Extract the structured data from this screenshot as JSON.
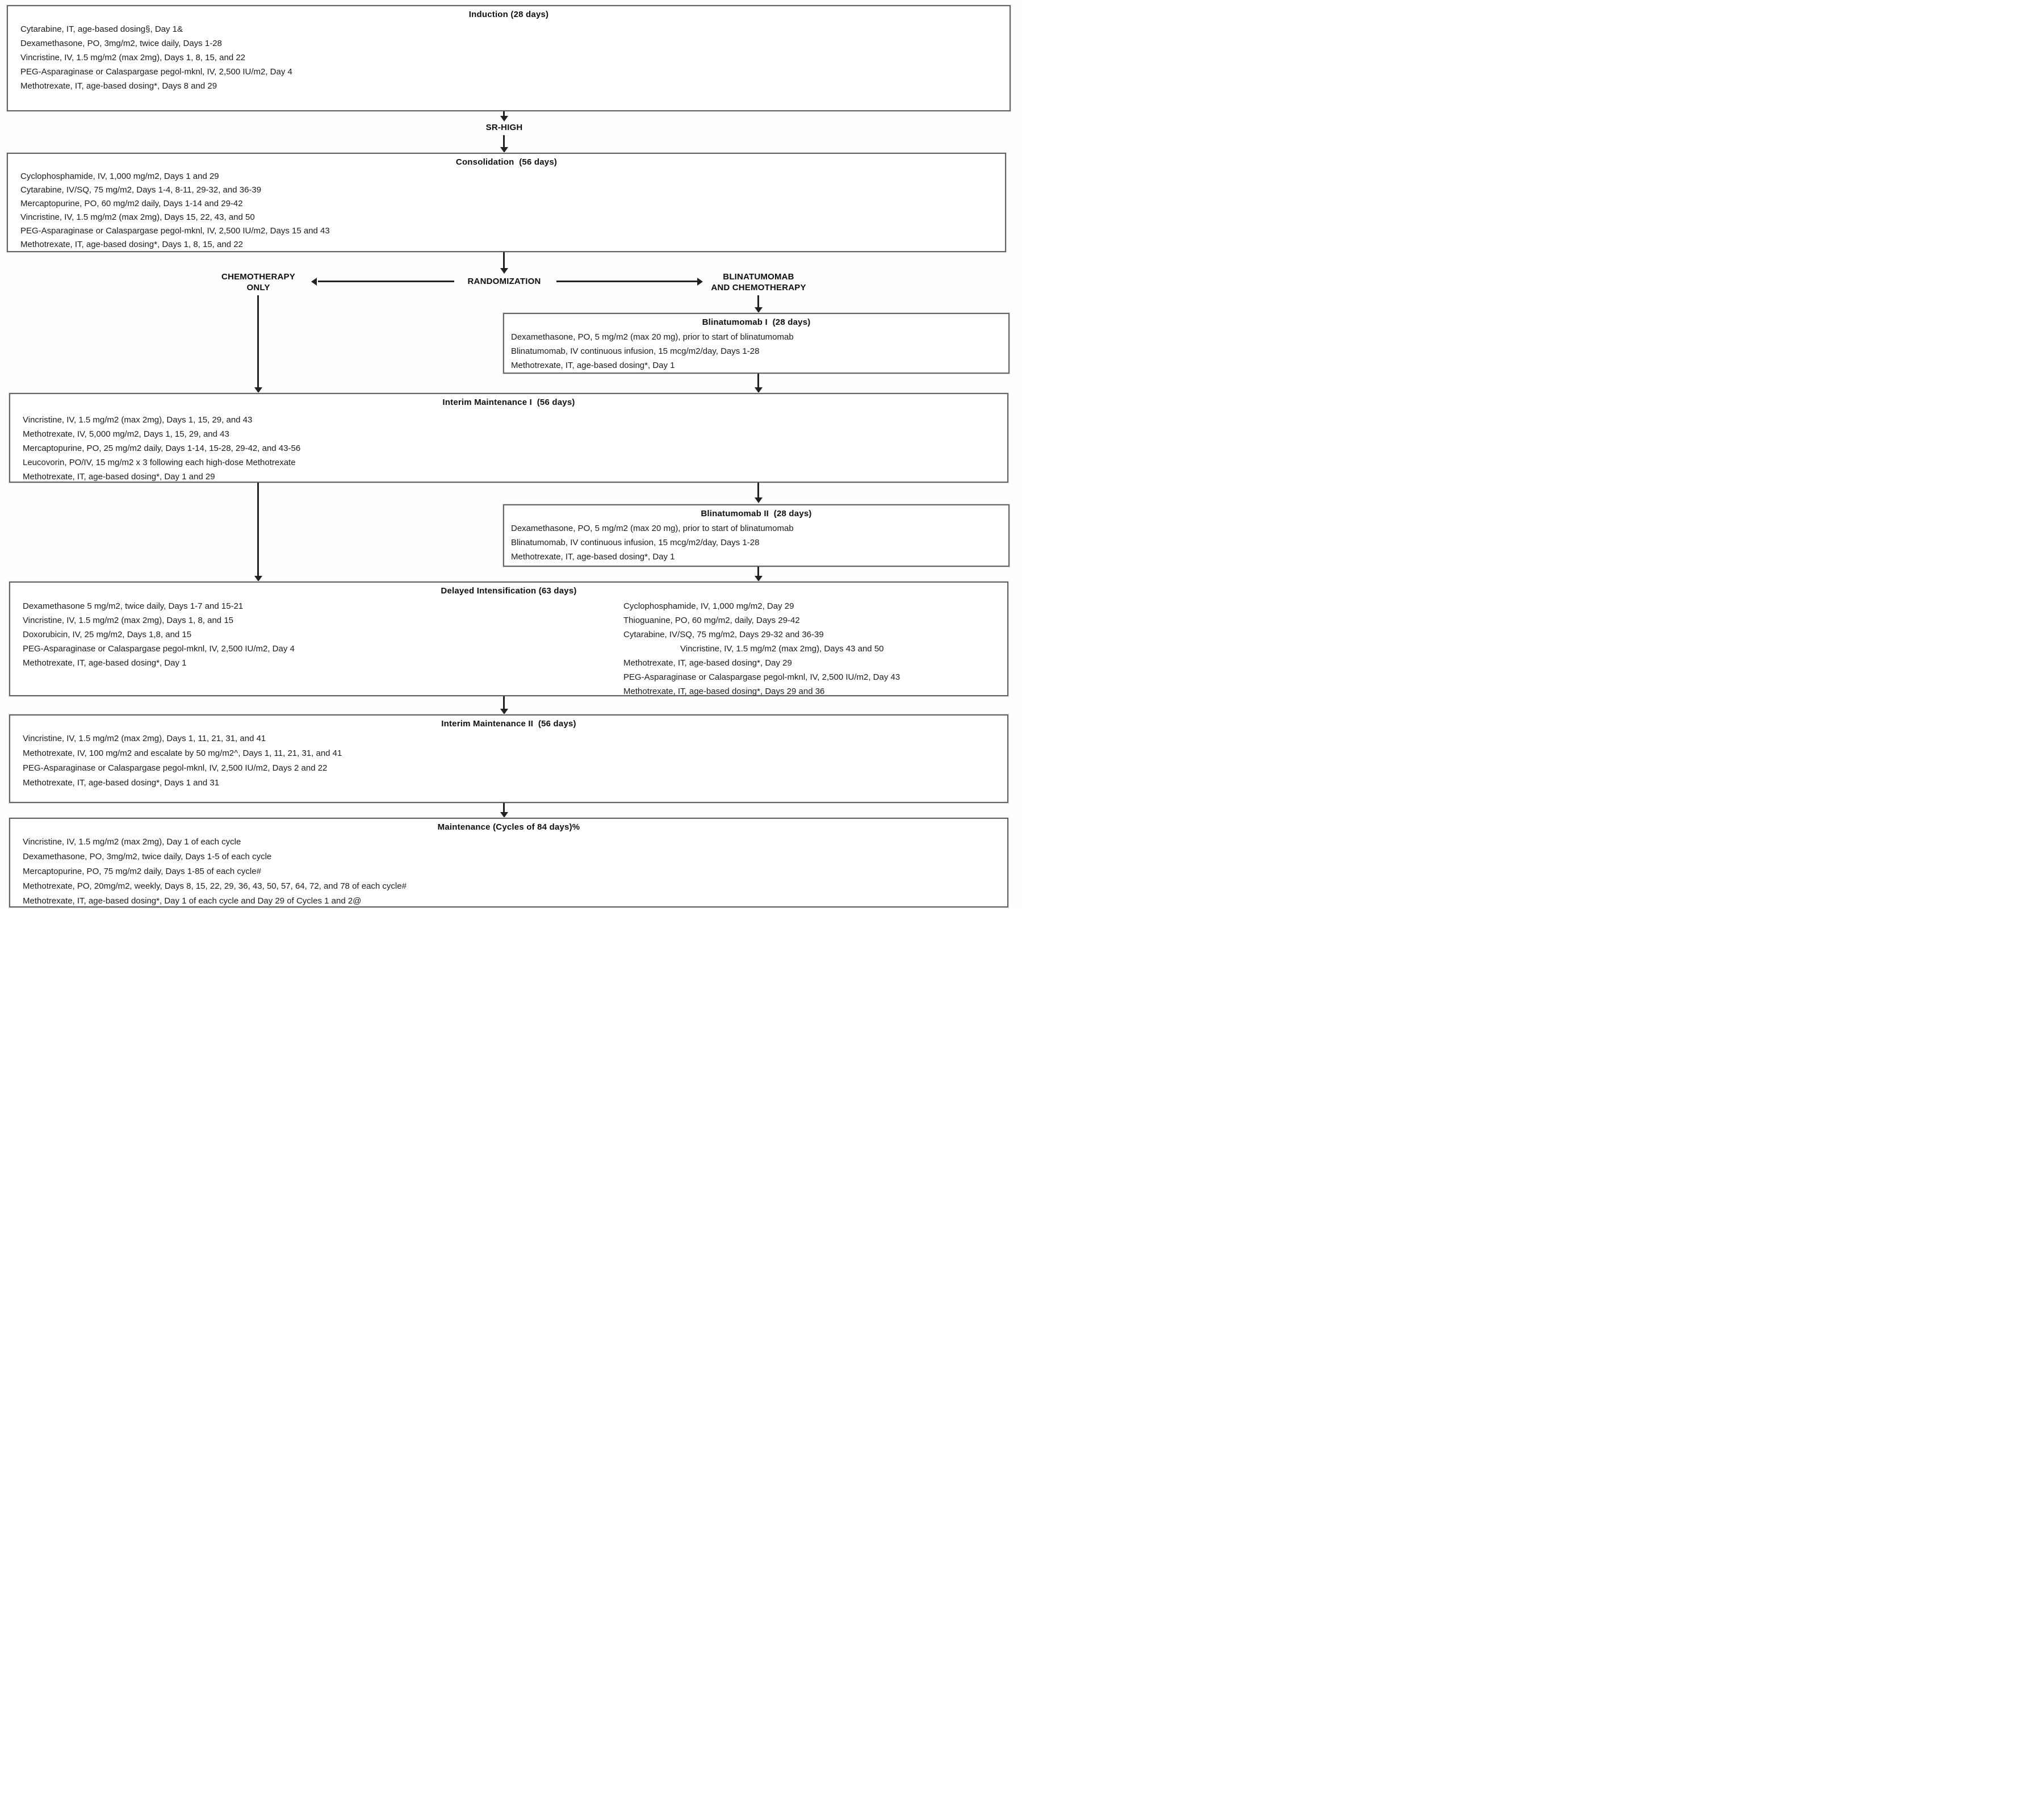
{
  "diagram": {
    "colors": {
      "border": "#646464",
      "arrow": "#222222",
      "text": "#1b1b1b",
      "background": "#ffffff"
    },
    "labels": {
      "sr_high": "SR-HIGH",
      "randomization": "RANDOMIZATION",
      "chemo_only_line1": "CHEMOTHERAPY",
      "chemo_only_line2": "ONLY",
      "blina_line1": "BLINATUMOMAB",
      "blina_line2": "AND CHEMOTHERAPY"
    },
    "boxes": {
      "induction": {
        "title": "Induction (28 days)",
        "lines": [
          "Cytarabine, IT, age-based dosing§, Day 1&",
          "Dexamethasone, PO, 3mg/m2, twice daily, Days 1-28",
          "Vincristine, IV, 1.5 mg/m2 (max 2mg), Days 1, 8, 15, and 22",
          "PEG-Asparaginase or Calaspargase pegol-mknl, IV, 2,500 IU/m2, Day 4",
          "Methotrexate, IT, age-based dosing*, Days 8 and 29"
        ]
      },
      "consolidation": {
        "title": "Consolidation  (56 days)",
        "lines": [
          "Cyclophosphamide, IV, 1,000 mg/m2, Days 1 and 29",
          "Cytarabine, IV/SQ, 75 mg/m2, Days 1-4, 8-11, 29-32, and 36-39",
          "Mercaptopurine, PO, 60 mg/m2 daily, Days 1-14 and 29-42",
          "Vincristine, IV, 1.5 mg/m2 (max 2mg), Days 15, 22, 43, and 50",
          "PEG-Asparaginase or Calaspargase pegol-mknl, IV, 2,500 IU/m2, Days 15 and 43",
          "Methotrexate, IT, age-based dosing*, Days 1, 8, 15, and 22"
        ]
      },
      "blinatumomab1": {
        "title": "Blinatumomab I  (28 days)",
        "lines": [
          "Dexamethasone, PO, 5 mg/m2 (max 20 mg), prior to start of blinatumomab",
          "Blinatumomab, IV continuous infusion, 15 mcg/m2/day, Days 1-28",
          "Methotrexate, IT, age-based dosing*, Day 1"
        ]
      },
      "interim1": {
        "title": "Interim Maintenance I  (56 days)",
        "lines": [
          "Vincristine, IV, 1.5 mg/m2 (max 2mg), Days 1, 15, 29, and 43",
          "Methotrexate, IV, 5,000 mg/m2, Days 1, 15, 29, and 43",
          "Mercaptopurine, PO, 25 mg/m2 daily, Days 1-14, 15-28, 29-42, and 43-56",
          "Leucovorin, PO/IV, 15 mg/m2 x 3 following each high-dose Methotrexate",
          "Methotrexate, IT, age-based dosing*, Day 1 and 29"
        ]
      },
      "blinatumomab2": {
        "title": "Blinatumomab II  (28 days)",
        "lines": [
          "Dexamethasone, PO, 5 mg/m2 (max 20 mg), prior to start of blinatumomab",
          "Blinatumomab, IV continuous infusion, 15 mcg/m2/day, Days 1-28",
          "Methotrexate, IT, age-based dosing*, Day 1"
        ]
      },
      "delayed_intensification": {
        "title": "Delayed Intensification (63 days)",
        "left_lines": [
          "Dexamethasone 5 mg/m2, twice daily, Days 1-7 and 15-21",
          "Vincristine, IV, 1.5 mg/m2 (max 2mg), Days 1, 8, and 15",
          "Doxorubicin, IV, 25 mg/m2, Days 1,8, and 15",
          "PEG-Asparaginase or Calaspargase pegol-mknl, IV, 2,500 IU/m2, Day 4",
          "Methotrexate, IT, age-based dosing*, Day 1"
        ],
        "right_lines": [
          "Cyclophosphamide, IV, 1,000 mg/m2, Day 29",
          "Thioguanine, PO, 60 mg/m2, daily, Days 29-42",
          "Cytarabine, IV/SQ, 75 mg/m2, Days 29-32 and 36-39",
          "Vincristine, IV, 1.5 mg/m2 (max 2mg), Days 43 and 50",
          "Methotrexate, IT, age-based dosing*, Day 29",
          "PEG-Asparaginase or Calaspargase pegol-mknl, IV, 2,500 IU/m2, Day 43",
          "Methotrexate, IT, age-based dosing*, Days 29 and 36"
        ]
      },
      "interim2": {
        "title": "Interim Maintenance II  (56 days)",
        "lines": [
          "Vincristine, IV, 1.5 mg/m2 (max 2mg), Days 1, 11, 21, 31, and 41",
          "Methotrexate, IV, 100 mg/m2 and escalate by 50 mg/m2^, Days 1, 11, 21, 31, and 41",
          "PEG-Asparaginase or Calaspargase pegol-mknl, IV, 2,500 IU/m2, Days 2 and 22",
          "Methotrexate, IT, age-based dosing*, Days 1 and 31"
        ]
      },
      "maintenance": {
        "title": "Maintenance (Cycles of 84 days)%",
        "lines": [
          "Vincristine, IV, 1.5 mg/m2 (max 2mg), Day 1 of each cycle",
          "Dexamethasone, PO, 3mg/m2, twice daily, Days 1-5 of each cycle",
          "Mercaptopurine, PO, 75 mg/m2 daily, Days 1-85 of each cycle#",
          "Methotrexate, PO, 20mg/m2, weekly, Days 8, 15, 22, 29, 36, 43, 50, 57, 64, 72, and 78 of each cycle#",
          "Methotrexate, IT, age-based dosing*, Day 1 of each cycle and Day 29 of Cycles 1 and 2@"
        ]
      }
    }
  }
}
